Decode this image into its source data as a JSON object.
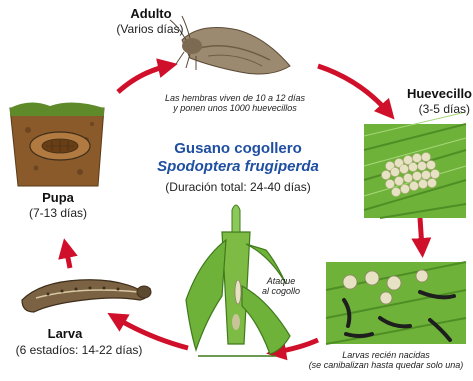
{
  "center": {
    "title": "Gusano cogollero",
    "scientific_name": "Spodoptera frugiperda",
    "duration": "(Duración total: 24-40 días)"
  },
  "stages": {
    "adulto": {
      "title": "Adulto",
      "duration": "(Varios días)",
      "note_line1": "Las hembras viven de 10 a 12 días",
      "note_line2": "y ponen unos 1000 huevecillos"
    },
    "huevecillo": {
      "title": "Huevecillo",
      "duration": "(3-5 días)"
    },
    "larvas_nacidas": {
      "note_line1": "Larvas recién nacidas",
      "note_line2": "(se canibalizan hasta quedar solo una)"
    },
    "ataque": {
      "line1": "Ataque",
      "line2": "al cogollo"
    },
    "larva": {
      "title": "Larva",
      "duration": "(6 estadíos: 14-22 días)"
    },
    "pupa": {
      "title": "Pupa",
      "duration": "(7-13 días)"
    }
  },
  "colors": {
    "arrow": "#d0102a",
    "title_blue": "#1f4fa0",
    "leaf_green": "#6fb23a",
    "soil": "#8a5a2b"
  },
  "icons": [
    "moth-illustration",
    "egg-mass-illustration",
    "hatchling-larvae-illustration",
    "corn-stalk-illustration",
    "larva-illustration",
    "pupa-soil-illustration",
    "cycle-arrow-icon"
  ]
}
